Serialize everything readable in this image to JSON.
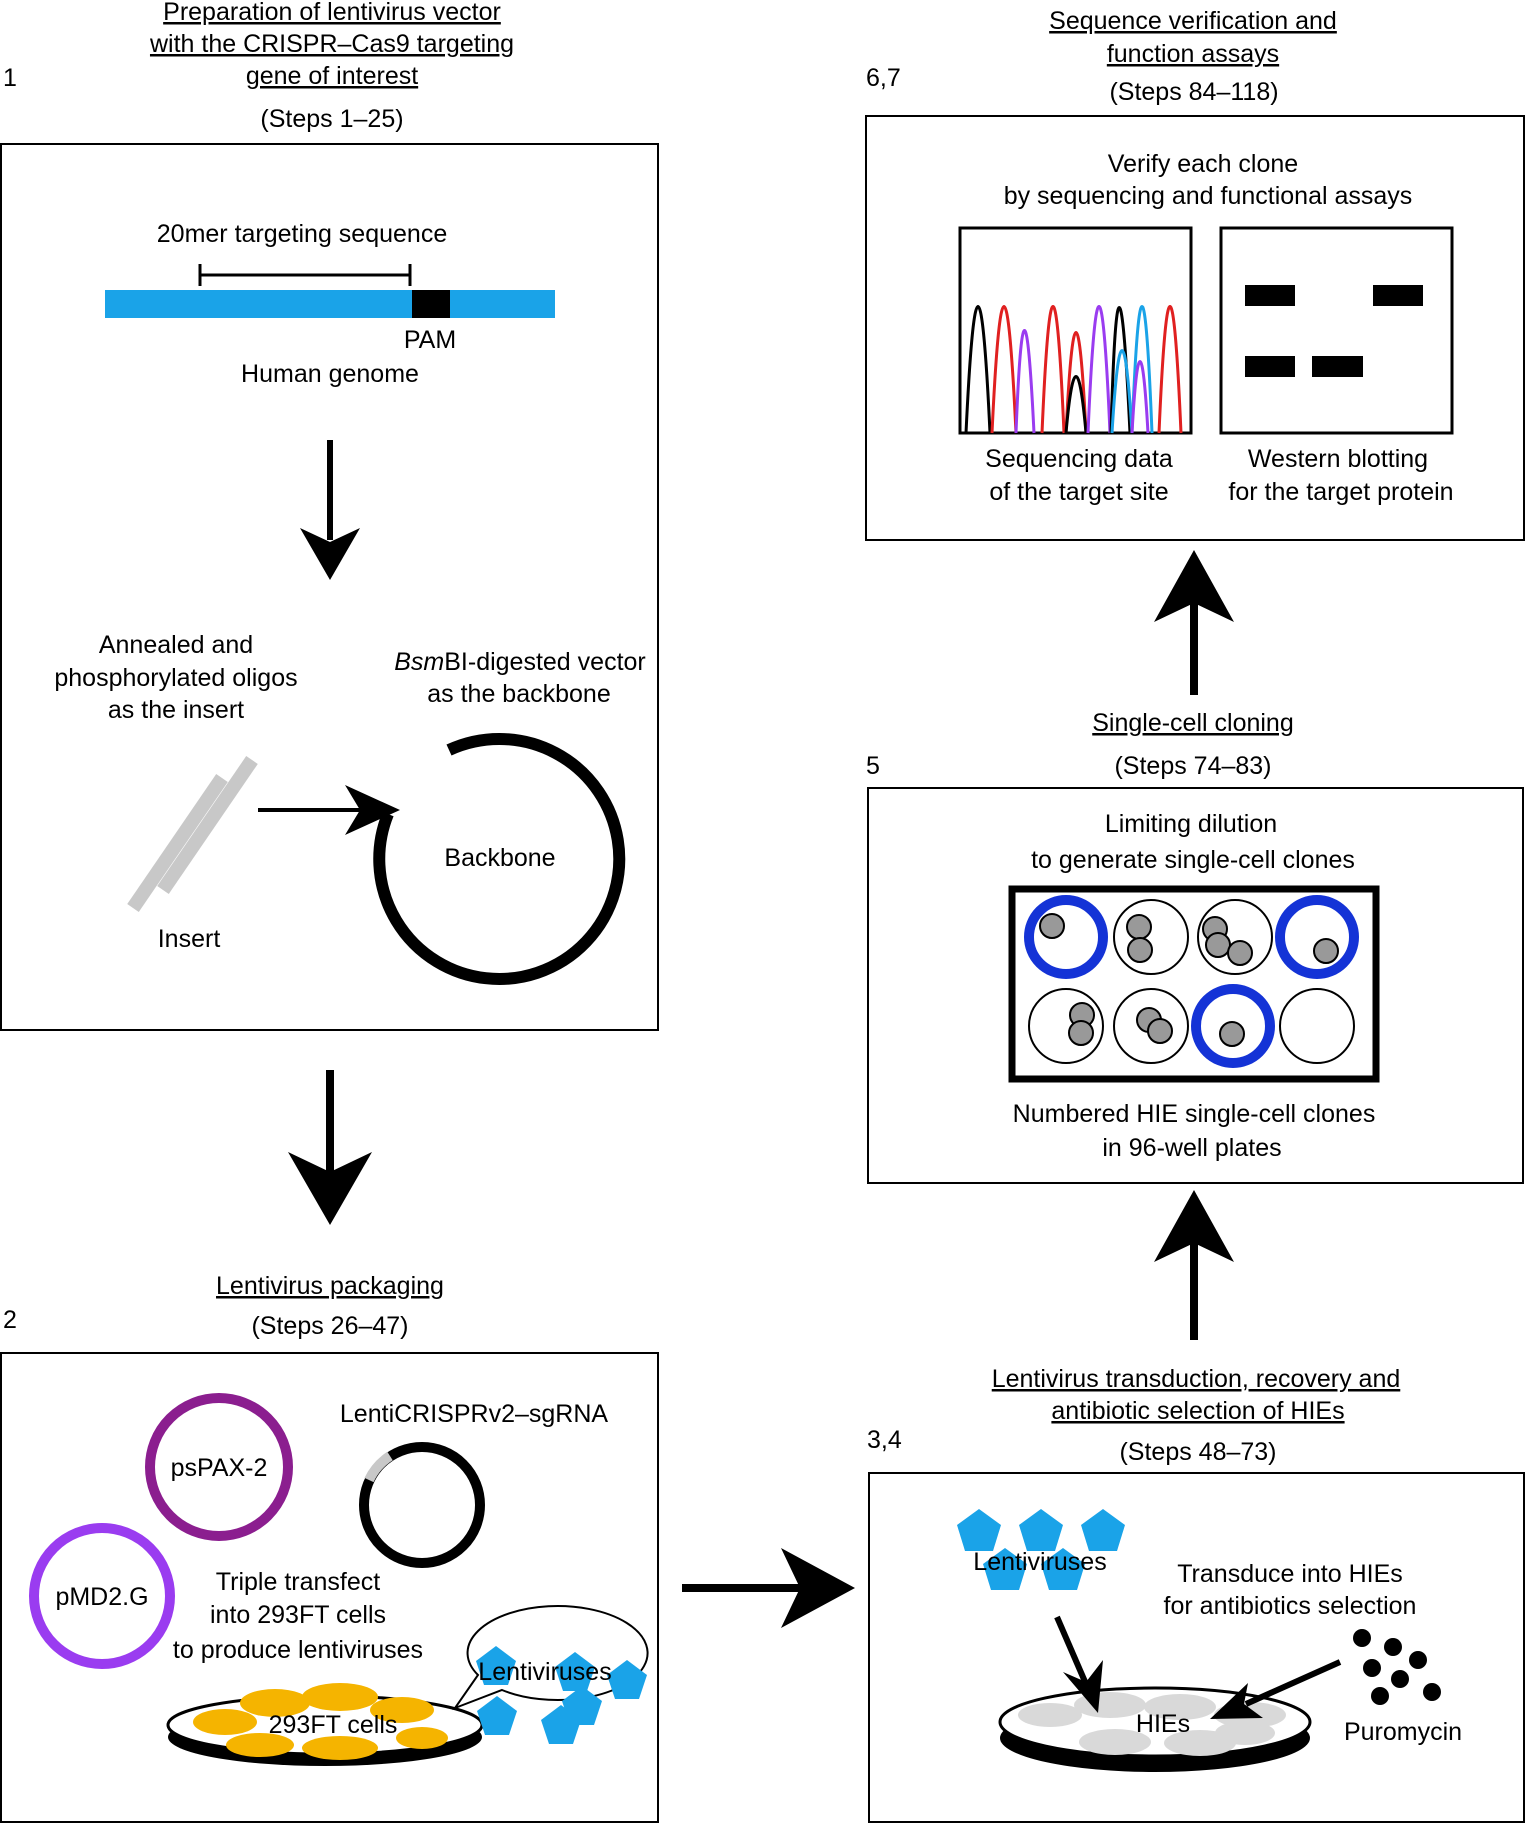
{
  "panel1": {
    "number": "1",
    "title_lines": [
      "Preparation of lentivirus vector",
      "with the CRISPR–Cas9 targeting",
      "gene of interest"
    ],
    "steps": "(Steps 1–25)",
    "targeting_label": "20mer targeting sequence",
    "pam_label": "PAM",
    "genome_label": "Human genome",
    "insert_desc_lines": [
      "Annealed and",
      "phosphorylated oligos",
      "as the insert"
    ],
    "vector_desc_italic": "Bsm",
    "vector_desc_rest": "BI-digested vector",
    "vector_desc_line2": "as the backbone",
    "insert_label": "Insert",
    "backbone_label": "Backbone"
  },
  "panel2": {
    "number": "2",
    "title": "Lentivirus packaging",
    "steps": "(Steps 26–47)",
    "plasmid1": "psPAX-2",
    "plasmid2": "pMD2.G",
    "plasmid3": "LentiCRISPRv2–sgRNA",
    "desc_lines": [
      "Triple transfect",
      "into 293FT cells",
      "to produce lentiviruses"
    ],
    "bubble_label": "Lentiviruses",
    "dish_label": "293FT cells"
  },
  "panel34": {
    "number": "3,4",
    "title_lines": [
      "Lentivirus transduction, recovery and",
      "antibiotic selection of HIEs"
    ],
    "steps": "(Steps 48–73)",
    "virus_label": "Lentiviruses",
    "desc_lines": [
      "Transduce into HIEs",
      "for antibiotics selection"
    ],
    "dish_label": "HIEs",
    "drug_label": "Puromycin"
  },
  "panel5": {
    "number": "5",
    "title": "Single-cell cloning",
    "steps": "(Steps 74–83)",
    "desc_lines": [
      "Limiting dilution",
      "to generate single-cell clones"
    ],
    "caption_lines": [
      "Numbered HIE single-cell clones",
      "in 96-well plates"
    ]
  },
  "panel67": {
    "number": "6,7",
    "title_lines": [
      "Sequence verification and",
      "function assays"
    ],
    "steps": "(Steps 84–118)",
    "desc_lines": [
      "Verify each clone",
      "by sequencing and functional assays"
    ],
    "seq_caption_lines": [
      "Sequencing data",
      "of the target site"
    ],
    "wb_caption_lines": [
      "Western blotting",
      "for the target protein"
    ]
  },
  "colors": {
    "genome_blue": "#1aa3e8",
    "virus_blue": "#1aa3e8",
    "psPAX_purple": "#8b1e8f",
    "pMD2G_violet": "#9a3cf0",
    "cell_yellow": "#f5b400",
    "well_blue": "#1433d6",
    "insert_gray": "#c8c8c8"
  }
}
